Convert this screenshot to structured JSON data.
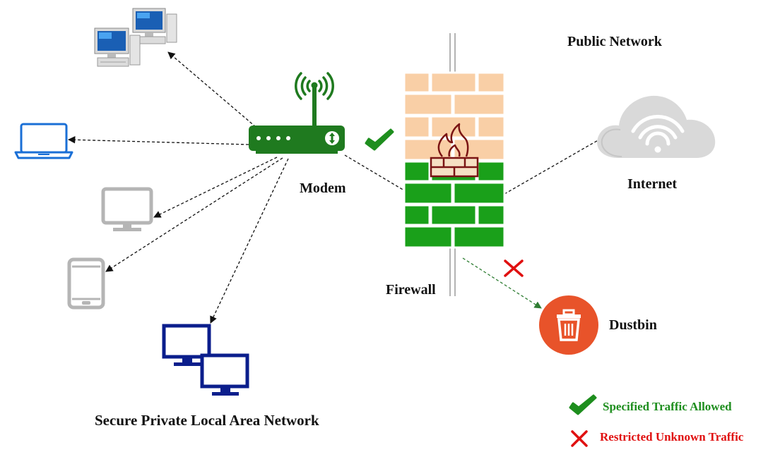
{
  "labels": {
    "public_network": "Public Network",
    "internet": "Internet",
    "modem": "Modem",
    "firewall": "Firewall",
    "dustbin": "Dustbin",
    "lan": "Secure Private Local Area Network"
  },
  "legend": {
    "allowed": "Specified Traffic Allowed",
    "restricted": "Restricted Unknown Traffic"
  },
  "icons": {
    "modem": "wifi-router-icon",
    "firewall": "brick-firewall-icon",
    "cloud": "cloud-wifi-icon",
    "dustbin": "trash-icon",
    "allowed": "check-icon",
    "blocked": "cross-icon",
    "devices": [
      "desktop-pair-icon",
      "laptop-icon",
      "monitor-icon",
      "tablet-icon",
      "dual-monitor-icon"
    ]
  },
  "colors": {
    "router_green": "#1f7a1f",
    "firewall_green": "#1aa01a",
    "firewall_peach": "#f9cfa6",
    "allowed": "#1e8e1e",
    "restricted": "#e01010",
    "dustbin": "#e8532a",
    "cloud": "#d8d8d8",
    "lan_blue": "#0b1e8c",
    "device_gray": "#b5b5b5",
    "laptop_blue": "#1a6fd6"
  }
}
